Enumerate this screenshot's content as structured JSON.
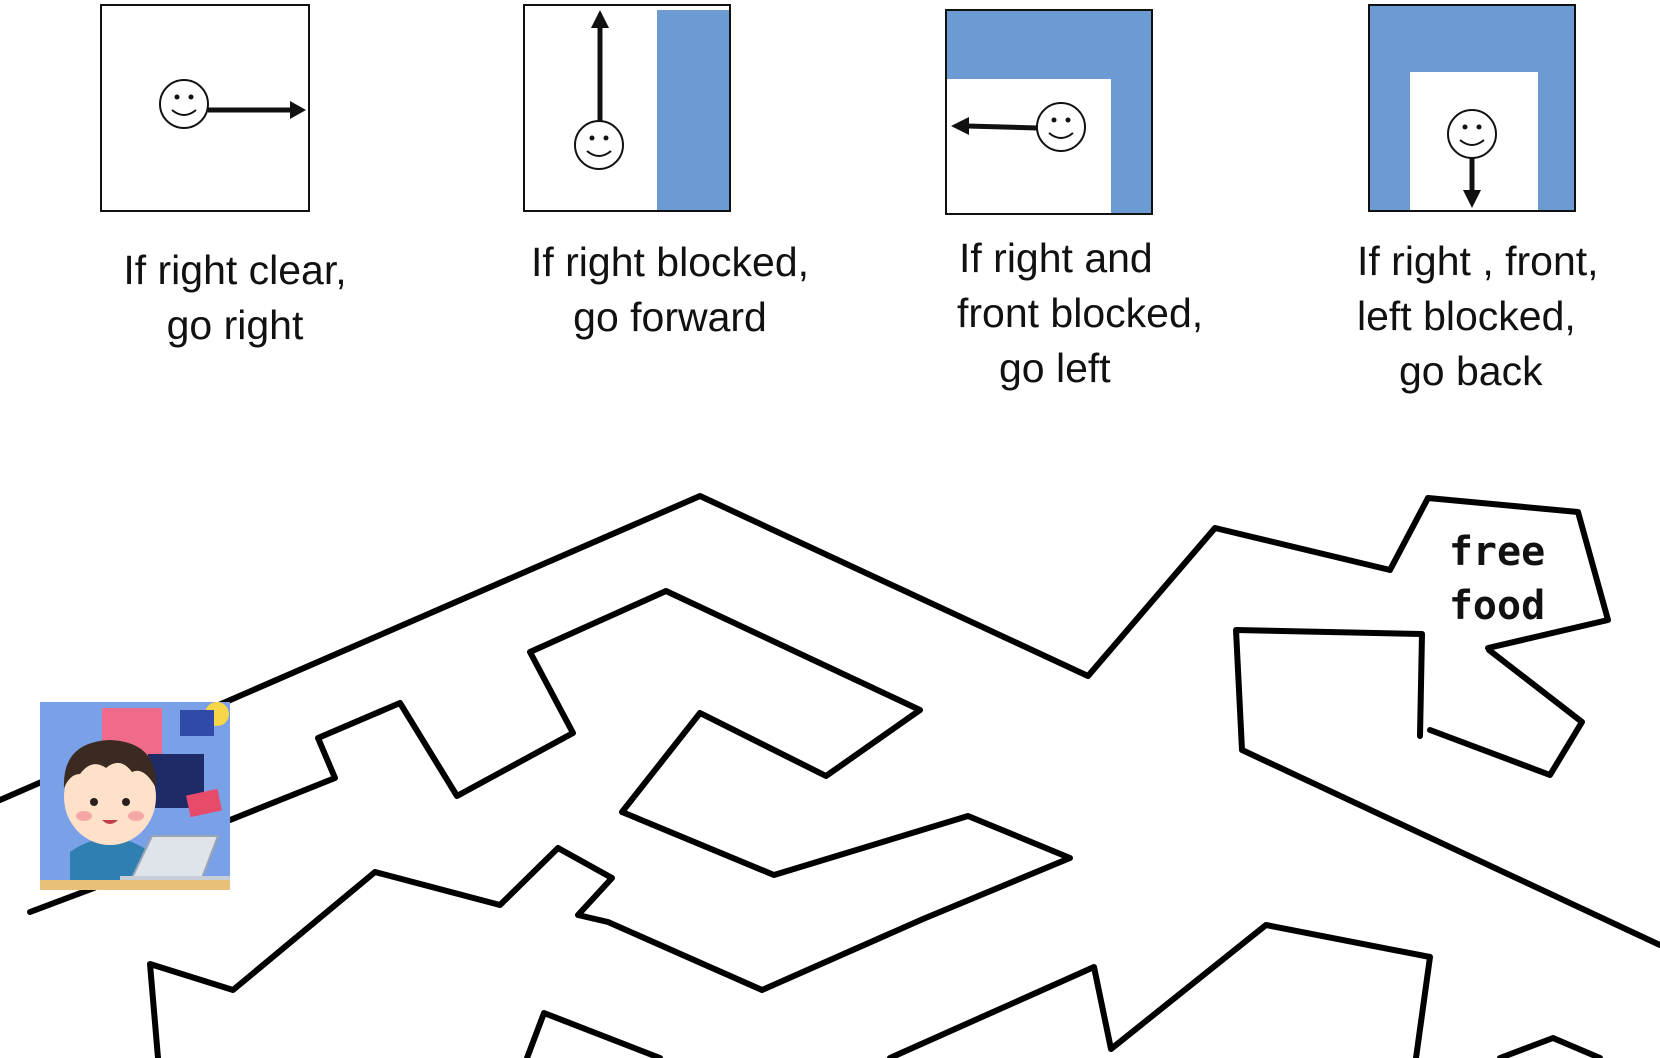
{
  "rules": [
    {
      "caption_lines": [
        "If right clear,",
        "go right"
      ],
      "icon": "smiley-face-icon",
      "arrow": "right-arrow-icon",
      "wall_color": "#6b9bd2"
    },
    {
      "caption_lines": [
        "If right blocked,",
        "go forward"
      ],
      "icon": "smiley-face-icon",
      "arrow": "up-arrow-icon",
      "wall_color": "#6b9bd2"
    },
    {
      "caption_lines": [
        "If right and",
        "front blocked,",
        "go left"
      ],
      "icon": "smiley-face-icon",
      "arrow": "left-arrow-icon",
      "wall_color": "#6b9bd2"
    },
    {
      "caption_lines": [
        "If right , front,",
        "left blocked,",
        "go back"
      ],
      "icon": "smiley-face-icon",
      "arrow": "down-arrow-icon",
      "wall_color": "#6b9bd2"
    }
  ],
  "maze": {
    "goal_lines": [
      "free",
      "food"
    ],
    "wall_color": "#000000",
    "start_icon": "programmer-avatar-icon"
  }
}
